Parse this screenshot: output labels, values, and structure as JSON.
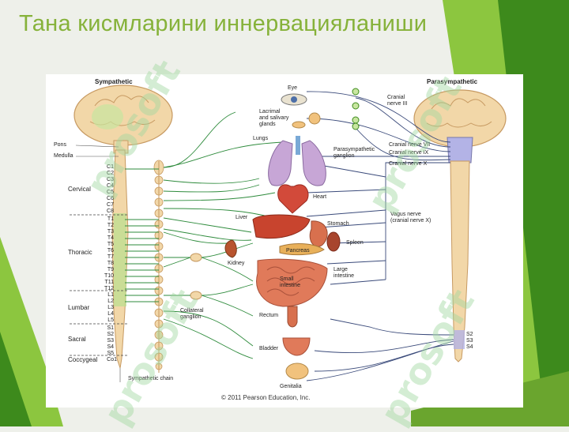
{
  "slide": {
    "title": "Тана кисмларини иннервацияланиши",
    "colors": {
      "title": "#86b23a",
      "green_dark": "#3d8a1c",
      "green_light": "#8cc63f",
      "sympathetic_nerve": "#2e8b3c",
      "parasympathetic_nerve": "#3a4a7a"
    }
  },
  "diagram": {
    "headers": {
      "sympathetic": "Sympathetic",
      "parasympathetic": "Parasympathetic"
    },
    "left_labels": {
      "pons": "Pons",
      "medulla": "Medulla"
    },
    "regions": {
      "cervical": "Cervical",
      "thoracic": "Thoracic",
      "lumbar": "Lumbar",
      "sacral": "Sacral",
      "coccygeal": "Coccygeal"
    },
    "segments": {
      "cervical": [
        "C1",
        "C2",
        "C3",
        "C4",
        "C5",
        "C6",
        "C7",
        "C8"
      ],
      "thoracic": [
        "T1",
        "T2",
        "T3",
        "T4",
        "T5",
        "T6",
        "T7",
        "T8",
        "T9",
        "T10",
        "T11",
        "T12"
      ],
      "lumbar": [
        "L1",
        "L2",
        "L3",
        "L4",
        "L5"
      ],
      "sacral": [
        "S1",
        "S2",
        "S3",
        "S4",
        "S5"
      ],
      "coccygeal": [
        "Co1"
      ]
    },
    "right_segments": [
      "S2",
      "S3",
      "S4"
    ],
    "organs": {
      "eye": "Eye",
      "lacrimal": "Lacrimal\nand salivary\nglands",
      "lungs": "Lungs",
      "heart": "Heart",
      "liver": "Liver",
      "stomach": "Stomach",
      "spleen": "Spleen",
      "pancreas": "Pancreas",
      "kidney": "Kidney",
      "small_intestine": "Small\nintestine",
      "large_intestine": "Large\nintestine",
      "rectum": "Rectum",
      "bladder": "Bladder",
      "genitalia": "Genitalia"
    },
    "nerves": {
      "cranial3": "Cranial\nnerve III",
      "cranial7": "Cranial nerve VII",
      "cranial9": "Cranial nerve IX",
      "cranial10": "Cranial nerve X",
      "vagus": "Vagus nerve\n(cranial nerve X)",
      "para_ganglion": "Parasympathetic\nganglion",
      "collateral": "Collateral\nganglion",
      "chain": "Sympathetic chain"
    },
    "copyright": "© 2011 Pearson Education, Inc."
  },
  "watermark": {
    "text": "prosoft"
  }
}
